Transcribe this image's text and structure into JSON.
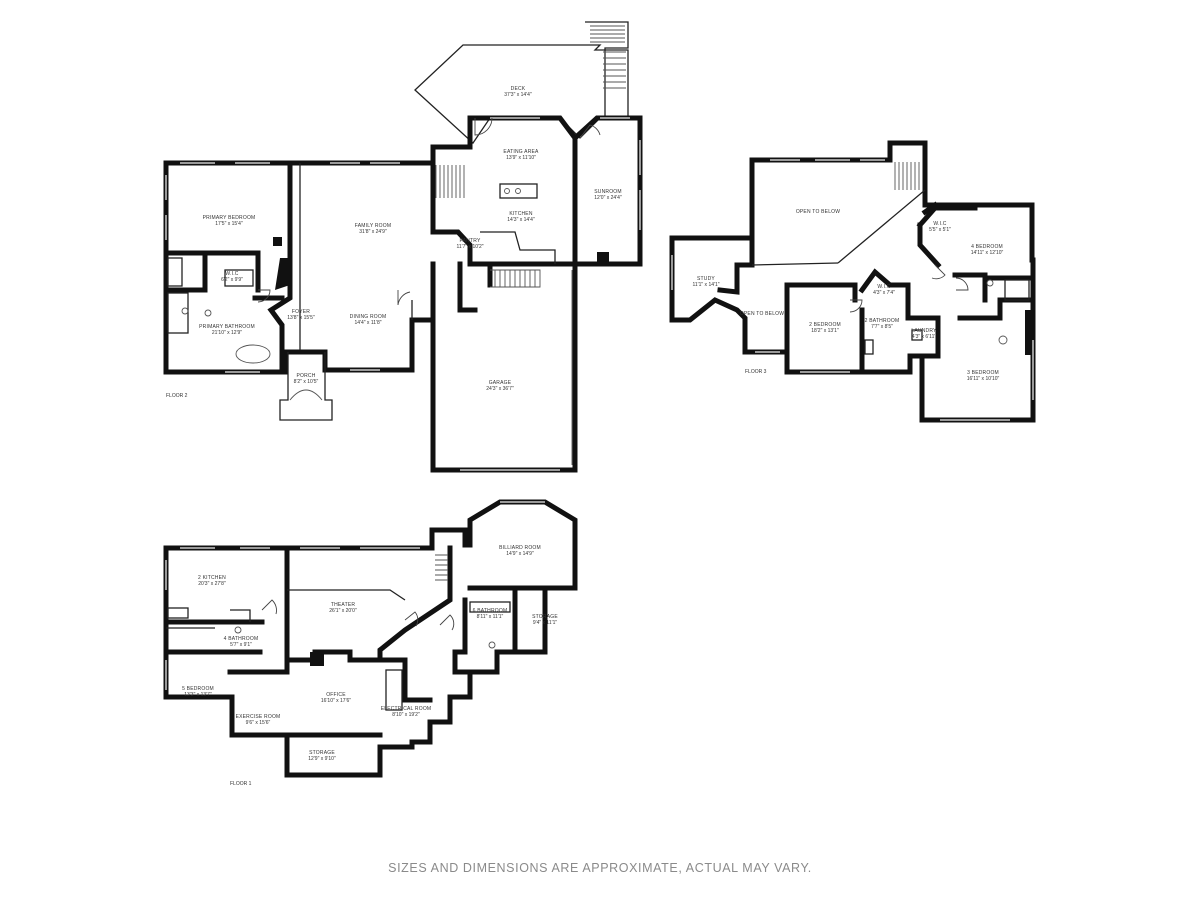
{
  "disclaimer": "SIZES AND DIMENSIONS ARE APPROXIMATE, ACTUAL MAY VARY.",
  "floors": [
    {
      "label": "FLOOR 2",
      "rooms": [
        {
          "name": "DECK",
          "dims": "37'3\" x 14'4\""
        },
        {
          "name": "EATING AREA",
          "dims": "13'9\" x 11'10\""
        },
        {
          "name": "SUNROOM",
          "dims": "12'0\" x 24'4\""
        },
        {
          "name": "PRIMARY BEDROOM",
          "dims": "17'5\" x 15'4\""
        },
        {
          "name": "FAMILY ROOM",
          "dims": "31'8\" x 24'9\""
        },
        {
          "name": "KITCHEN",
          "dims": "14'3\" x 14'4\""
        },
        {
          "name": "PANTRY",
          "dims": "11'7\" x 10'2\""
        },
        {
          "name": "W.I.C",
          "dims": "6'2\" x 9'9\""
        },
        {
          "name": "FOYER",
          "dims": "13'8\" x 15'5\""
        },
        {
          "name": "DINING ROOM",
          "dims": "14'4\" x 11'8\""
        },
        {
          "name": "PRIMARY BATHROOM",
          "dims": "21'10\" x 12'9\""
        },
        {
          "name": "GARAGE",
          "dims": "24'3\" x 36'7\""
        },
        {
          "name": "PORCH",
          "dims": "8'2\" x 10'5\""
        }
      ]
    },
    {
      "label": "FLOOR 3",
      "rooms": [
        {
          "name": "OPEN TO BELOW",
          "dims": ""
        },
        {
          "name": "W.I.C",
          "dims": "5'5\" x 5'1\""
        },
        {
          "name": "4 BEDROOM",
          "dims": "14'11\" x 12'10\""
        },
        {
          "name": "STUDY",
          "dims": "11'1\" x 14'1\""
        },
        {
          "name": "OPEN TO BELOW",
          "dims": ""
        },
        {
          "name": "W.I.C",
          "dims": "4'3\" x 7'4\""
        },
        {
          "name": "2 BEDROOM",
          "dims": "18'2\" x 13'1\""
        },
        {
          "name": "2 BATHROOM",
          "dims": "7'7\" x 8'5\""
        },
        {
          "name": "LAUNDRY",
          "dims": "4'3\" x 6'11\""
        },
        {
          "name": "3 BEDROOM",
          "dims": "16'11\" x 10'10\""
        }
      ]
    },
    {
      "label": "FLOOR 1",
      "rooms": [
        {
          "name": "BILLIARD ROOM",
          "dims": "14'9\" x 14'9\""
        },
        {
          "name": "2 KITCHEN",
          "dims": "20'3\" x 27'8\""
        },
        {
          "name": "THEATER",
          "dims": "26'1\" x 20'0\""
        },
        {
          "name": "6 BATHROOM",
          "dims": "8'11\" x 11'1\""
        },
        {
          "name": "STORAGE",
          "dims": "9'4\" x 11'1\""
        },
        {
          "name": "4 BATHROOM",
          "dims": "5'7\" x 9'1\""
        },
        {
          "name": "5 BEDROOM",
          "dims": "13'3\" x 13'7\""
        },
        {
          "name": "OFFICE",
          "dims": "16'10\" x 17'6\""
        },
        {
          "name": "EXERCISE ROOM",
          "dims": "9'6\" x 15'6\""
        },
        {
          "name": "ELECTRICAL ROOM",
          "dims": "8'10\" x 19'2\""
        },
        {
          "name": "STORAGE",
          "dims": "12'9\" x 9'10\""
        }
      ]
    }
  ]
}
